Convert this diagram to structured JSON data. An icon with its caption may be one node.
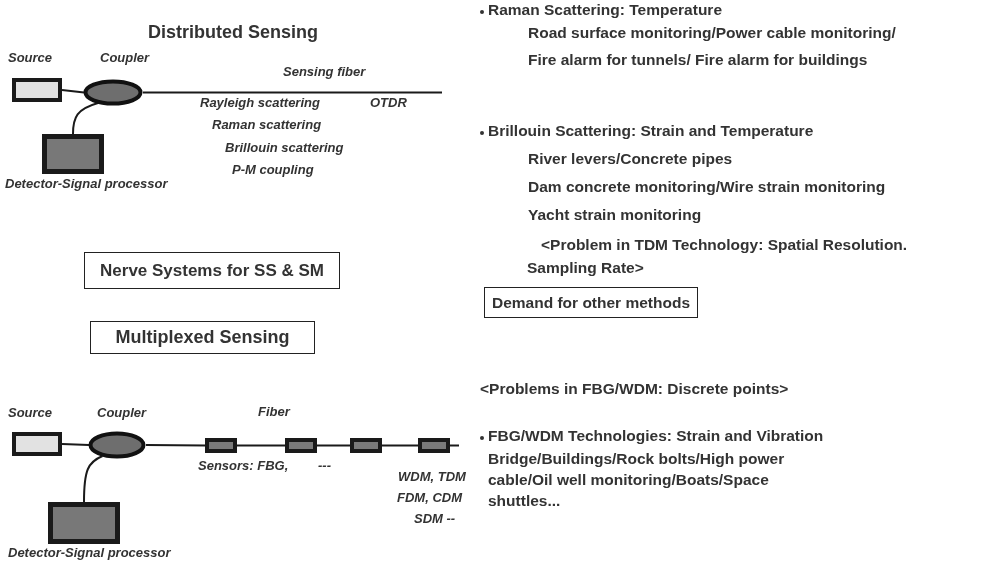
{
  "diagram": {
    "nodes": [
      {
        "text": [
          "Source"
        ]
      },
      {
        "text": [
          "Coupler"
        ]
      },
      {
        "text": [
          "Detector-Signal processor"
        ]
      },
      {
        "text": [
          "Nerve Systems for SS & SM"
        ]
      },
      {
        "text": [
          "Demand for other methods"
        ]
      },
      {
        "text": [
          "Multiplexed Sensing"
        ]
      },
      {
        "text": [
          "Source"
        ]
      },
      {
        "text": [
          "Coupler"
        ]
      },
      {
        "text": [
          "Detector-Signal processor"
        ]
      },
      {
        "text": [],
        "shape": "box"
      },
      {
        "text": [],
        "shape": "box"
      },
      {
        "text": [],
        "shape": "box"
      },
      {
        "text": [],
        "shape": "box"
      }
    ],
    "edges": [
      {
        "from": 0,
        "to": 1,
        "arrow": "none"
      },
      {
        "from": 1,
        "to": 2,
        "arrow": "none"
      },
      {
        "from": 1,
        "to": null,
        "arrow": "none",
        "label": "Sensing fiber"
      },
      {
        "from": 6,
        "to": 7,
        "arrow": "none"
      },
      {
        "from": 7,
        "to": 8,
        "arrow": "none"
      },
      {
        "from": 7,
        "to": 9,
        "arrow": "none",
        "label": "Fiber"
      },
      {
        "from": 9,
        "to": 10,
        "arrow": "none"
      },
      {
        "from": 10,
        "to": 11,
        "arrow": "none"
      },
      {
        "from": 11,
        "to": 12,
        "arrow": "none"
      },
      {
        "from": 12,
        "to": null,
        "arrow": "none"
      }
    ],
    "labels": [
      "Distributed Sensing",
      "Rayleigh scattering",
      "OTDR",
      "Raman scattering",
      "Brillouin scattering",
      "P-M coupling",
      "Sensors: FBG,",
      "---",
      "WDM, TDM",
      "FDM, CDM",
      "SDM --",
      "Raman Scattering: Temperature",
      "Road surface monitoring/Power cable monitoring/",
      "Fire alarm for tunnels/ Fire alarm for buildings",
      "Brillouin Scattering: Strain and Temperature",
      "River levers/Concrete pipes",
      "Dam concrete monitoring/Wire strain monitoring",
      "Yacht strain monitoring",
      "<Problem in TDM Technology: Spatial Resolution. Sampling Rate>",
      "<Problems in FBG/WDM: Discrete points>",
      "FBG/WDM Technologies: Strain and Vibration",
      "Bridge/Buildings/Rock bolts/High power cable/Oil well monitoring/Boats/Space shuttles..."
    ]
  }
}
